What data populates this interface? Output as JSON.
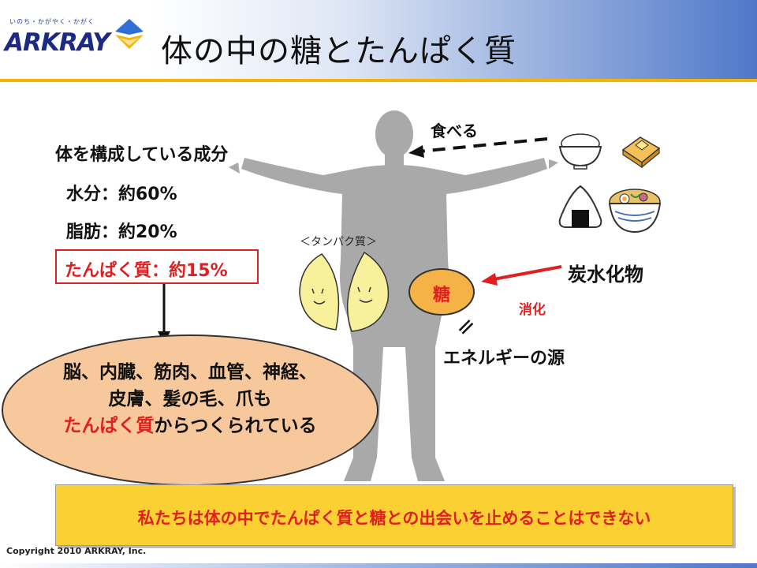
{
  "header": {
    "title": "体の中の糖とたんぱく質",
    "logo_text": "ARKRAY",
    "logo_tagline": "いのち・かがやく・かがく"
  },
  "composition": {
    "heading": "体を構成している成分",
    "items": [
      "水分：約60%",
      "脂肪：約20%"
    ],
    "highlight": "たんぱく質：約15%"
  },
  "ellipse": {
    "line1": "脳、内臓、筋肉、血管、神経、",
    "line2": "皮膚、髪の毛、爪も",
    "line3_red": "たんぱく質",
    "line3_rest": "からつくられている"
  },
  "diagram": {
    "protein_label": "＜タンパク質＞",
    "eat_label": "食べる",
    "carb_label": "炭水化物",
    "digest_label": "消化",
    "sugar_label": "糖",
    "equals": "＝",
    "energy_label": "エネルギーの源"
  },
  "foods": [
    "rice-bowl-icon",
    "butter-toast-icon",
    "onigiri-icon",
    "ramen-bowl-icon"
  ],
  "conclusion": "私たちは体の中でたんぱく質と糖との出会いを止めることはできない",
  "footer": {
    "copyright": "Copyright 2010 ARKRAY, Inc."
  },
  "colors": {
    "accent_red": "#e02020",
    "header_blue": "#4f78c9",
    "rule_yellow": "#f4b400",
    "ellipse_fill": "#f7c89b",
    "sugar_fill": "#f5b247",
    "box_yellow": "#fbd033",
    "silhouette": "#a9a9a9"
  }
}
